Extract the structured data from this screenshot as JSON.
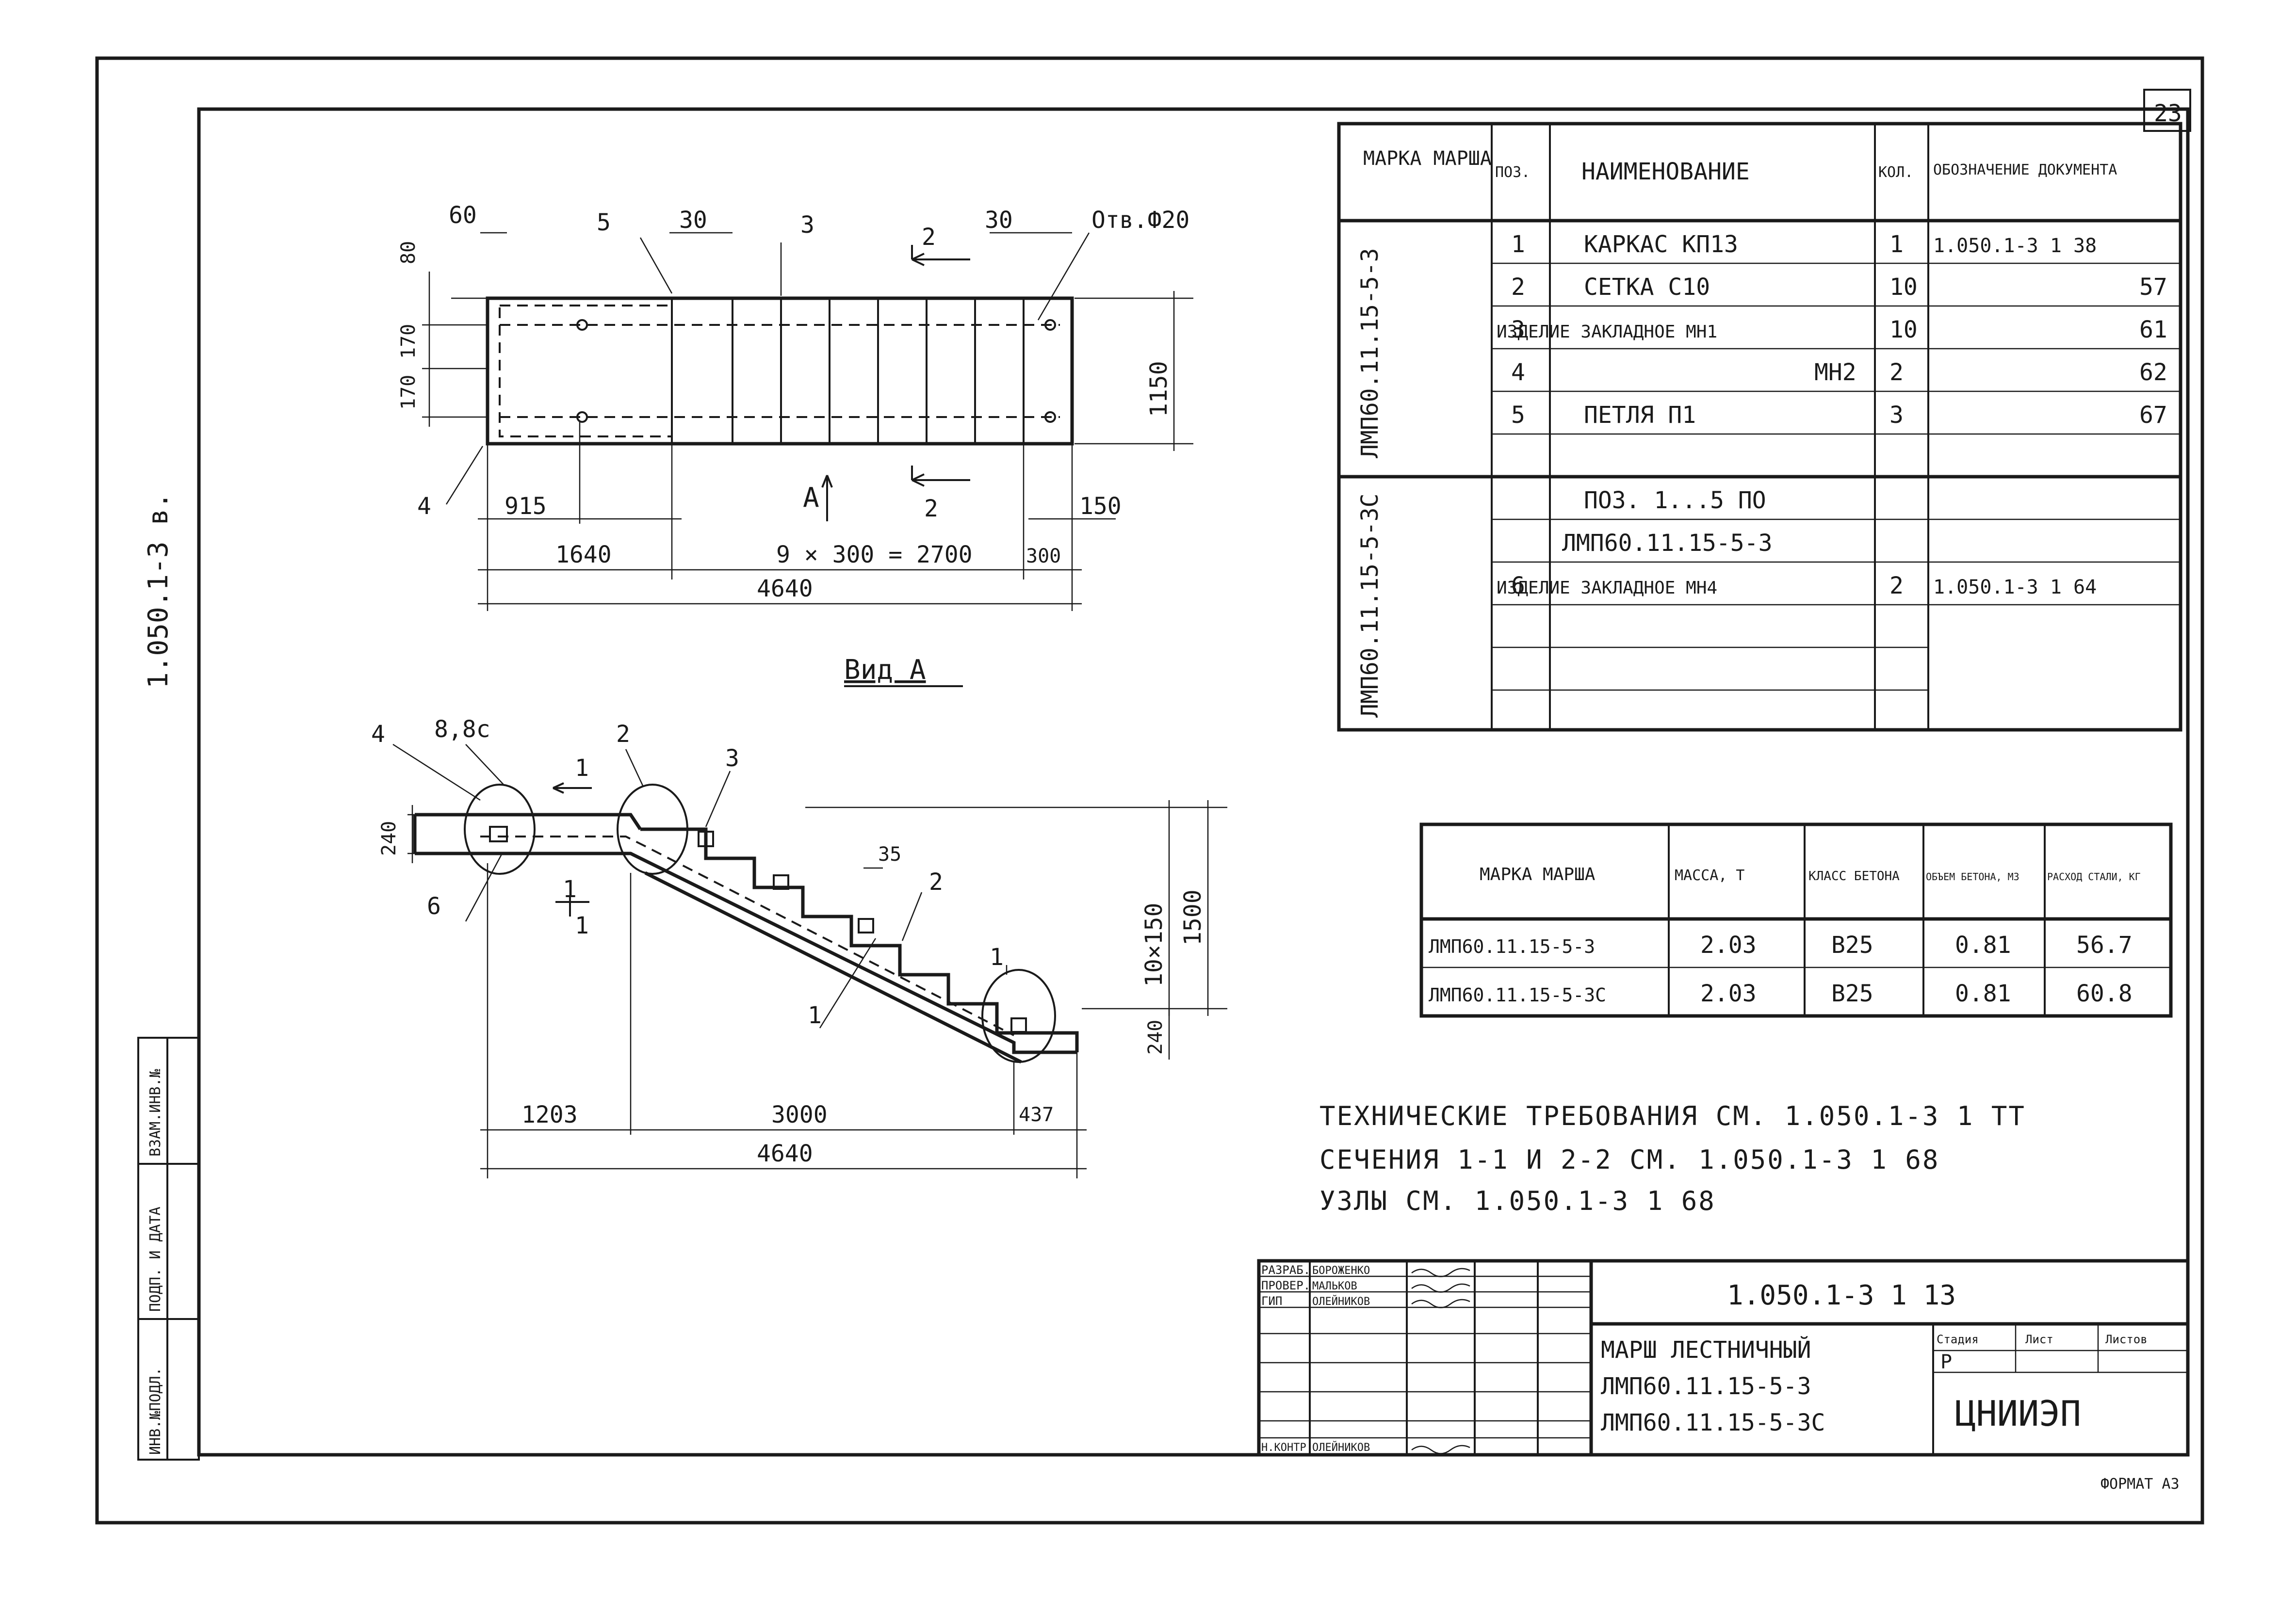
{
  "sheet": {
    "number": "23",
    "side_code": "1.050.1-3  в.",
    "format": "ФОРМАТ А3",
    "side_stamp": [
      "ИНВ.№ПОДЛ.",
      "ПОДП. И ДАТА",
      "ВЗАМ.ИНВ.№"
    ]
  },
  "spec_table": {
    "headers": [
      "МАРКА МАРША",
      "ПОЗ.",
      "НАИМЕНОВАНИЕ",
      "КОЛ.",
      "ОБОЗНАЧЕНИЕ ДОКУМЕНТА"
    ],
    "group1_mark": "ЛМП60.11.15-5-3",
    "group2_mark": "ЛМП60.11.15-5-3С",
    "rows": [
      {
        "pos": "1",
        "name": "КАРКАС  КП13",
        "qty": "1",
        "doc": "1.050.1-3  1  38"
      },
      {
        "pos": "2",
        "name": "СЕТКА  С10",
        "qty": "10",
        "doc": "57"
      },
      {
        "pos": "3",
        "name": "ИЗДЕЛИЕ ЗАКЛАДНОЕ МН1",
        "qty": "10",
        "doc": "61"
      },
      {
        "pos": "4",
        "name": "МН2",
        "qty": "2",
        "doc": "62"
      },
      {
        "pos": "5",
        "name": "ПЕТЛЯ  П1",
        "qty": "3",
        "doc": "67"
      },
      {
        "pos": "",
        "name": "ПОЗ. 1...5 ПО",
        "qty": "",
        "doc": ""
      },
      {
        "pos": "",
        "name": "ЛМП60.11.15-5-3",
        "qty": "",
        "doc": ""
      },
      {
        "pos": "6",
        "name": "ИЗДЕЛИЕ ЗАКЛАДНОЕ МН4",
        "qty": "2",
        "doc": "1.050.1-3  1  64"
      }
    ]
  },
  "mass_table": {
    "headers": [
      "МАРКА МАРША",
      "МАССА, Т",
      "КЛАСС БЕТОНА",
      "ОБЪЕМ БЕТОНА, М3",
      "РАСХОД СТАЛИ, КГ"
    ],
    "rows": [
      [
        "ЛМП60.11.15-5-3",
        "2.03",
        "В25",
        "0.81",
        "56.7"
      ],
      [
        "ЛМП60.11.15-5-3С",
        "2.03",
        "В25",
        "0.81",
        "60.8"
      ]
    ]
  },
  "notes": [
    "ТЕХНИЧЕСКИЕ  ТРЕБОВАНИЯ  СМ. 1.050.1-3  1  ТТ",
    "СЕЧЕНИЯ  1-1  И  2-2  СМ.  1.050.1-3  1  68",
    "УЗЛЫ  СМ.  1.050.1-3  1  68"
  ],
  "plan_view": {
    "caption": "Вид  А",
    "dims": {
      "d60": "60",
      "d5": "5",
      "d30a": "30",
      "d3": "3",
      "d2top": "2",
      "d30b": "30",
      "hole": "Отв.Ф20",
      "d80": "80",
      "d170a": "170",
      "d170b": "170",
      "d1150": "1150",
      "d4": "4",
      "d915": "915",
      "viewA": "А",
      "d2bot": "2",
      "d150": "150",
      "d1640": "1640",
      "d2700": "9 × 300 = 2700",
      "d300": "300",
      "d4640": "4640"
    }
  },
  "side_view": {
    "dims": {
      "n4": "4",
      "n_detail": "8,8с",
      "n1top": "1",
      "n2": "2",
      "n3": "3",
      "d240": "240",
      "n6": "6",
      "n1sec": "1",
      "n1bot": "1",
      "n35": "35",
      "n2b": "2",
      "n1end": "1",
      "d10x150": "10×150",
      "d1500": "1500",
      "d240b": "240",
      "d1203": "1203",
      "d3000": "3000",
      "d437": "437",
      "d4640": "4640"
    }
  },
  "title_block": {
    "code": "1.050.1-3  1  13",
    "name_lines": [
      "МАРШ  ЛЕСТНИЧНЫЙ",
      "ЛМП60.11.15-5-3",
      "ЛМП60.11.15-5-3С"
    ],
    "org": "ЦНИИЭП",
    "stage_headers": [
      "Стадия",
      "Лист",
      "Листов"
    ],
    "stage": "Р",
    "roles": [
      "РАЗРАБ.",
      "ПРОВЕР.",
      "ГИП",
      "",
      "",
      "",
      "Н.КОНТР."
    ],
    "names": [
      "БОРОЖЕНКО",
      "МАЛЬКОВ",
      "ОЛЕЙНИКОВ",
      "",
      "",
      "",
      "ОЛЕЙНИКОВ"
    ]
  }
}
